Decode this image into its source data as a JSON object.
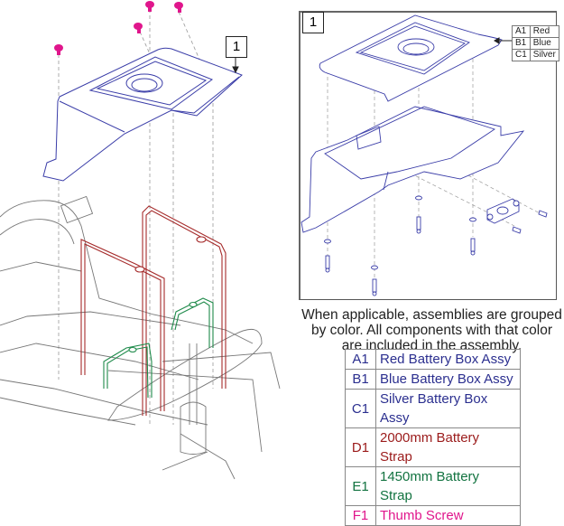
{
  "main_callout": {
    "number": "1"
  },
  "detail": {
    "callout_number": "1",
    "color_table": [
      {
        "code": "A1",
        "color": "Red"
      },
      {
        "code": "B1",
        "color": "Blue"
      },
      {
        "code": "C1",
        "color": "Silver"
      }
    ]
  },
  "caption": {
    "line1": "When applicable, assemblies are grouped",
    "line2": "by color. All components with that color",
    "line3": "are included in the assembly."
  },
  "legend": {
    "rows": [
      {
        "code": "A1",
        "description": "Red Battery Box Assy",
        "color": "#2b2f8f"
      },
      {
        "code": "B1",
        "description": "Blue Battery Box Assy",
        "color": "#2b2f8f"
      },
      {
        "code": "C1",
        "description": "Silver Battery Box Assy",
        "color": "#2b2f8f"
      },
      {
        "code": "D1",
        "description": "2000mm Battery Strap",
        "color": "#9b1b1b"
      },
      {
        "code": "E1",
        "description": "1450mm Battery Strap",
        "color": "#127340"
      },
      {
        "code": "F1",
        "description": "Thumb Screw",
        "color": "#e0168c"
      }
    ]
  },
  "colors": {
    "box_line": "#3a3da8",
    "strap_red": "#a52a2a",
    "strap_green": "#1e8a4a",
    "thumb_screw": "#e0168c",
    "frame_line": "#999999"
  }
}
